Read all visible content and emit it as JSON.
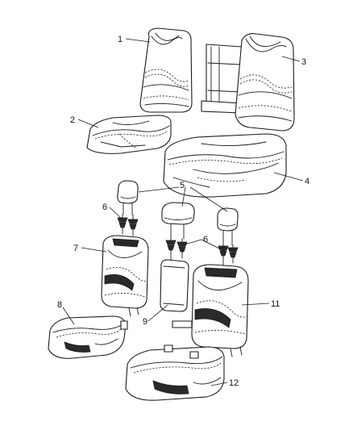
{
  "callouts": [
    "1",
    "2",
    "3",
    "4",
    "5",
    "6",
    "6",
    "7",
    "8",
    "9",
    "11",
    "12"
  ]
}
